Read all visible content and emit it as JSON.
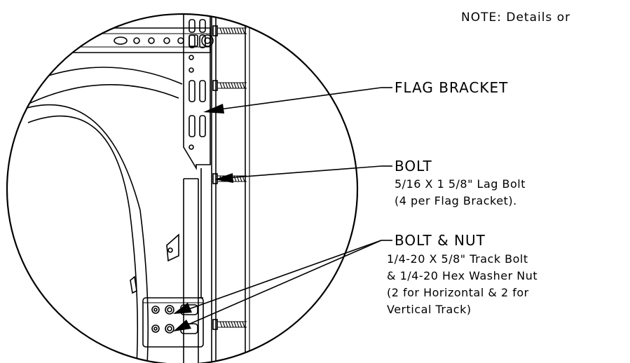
{
  "note": "NOTE:   Details or",
  "callouts": {
    "flag_bracket": {
      "title": "FLAG BRACKET"
    },
    "bolt": {
      "title": "BOLT",
      "lines": [
        "5/16 X 1 5/8\" Lag Bolt",
        "(4 per Flag Bracket)."
      ]
    },
    "bolt_nut": {
      "title": "BOLT & NUT",
      "lines": [
        "1/4-20 X 5/8\" Track Bolt",
        "& 1/4-20 Hex Washer Nut",
        "(2 for Horizontal & 2 for",
        "Vertical Track)"
      ]
    }
  }
}
